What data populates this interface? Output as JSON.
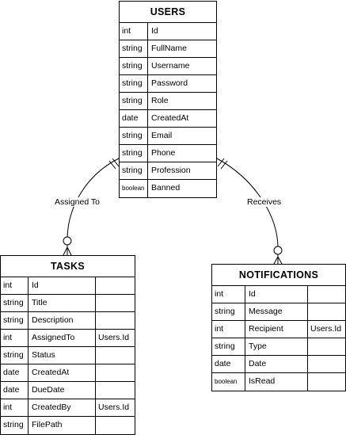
{
  "entities": [
    {
      "id": "users",
      "title": "USERS",
      "rows": [
        {
          "type": "int",
          "name": "Id",
          "ref": ""
        },
        {
          "type": "string",
          "name": "FullName",
          "ref": ""
        },
        {
          "type": "string",
          "name": "Username",
          "ref": ""
        },
        {
          "type": "string",
          "name": "Password",
          "ref": ""
        },
        {
          "type": "string",
          "name": "Role",
          "ref": ""
        },
        {
          "type": "date",
          "name": "CreatedAt",
          "ref": ""
        },
        {
          "type": "string",
          "name": "Email",
          "ref": ""
        },
        {
          "type": "string",
          "name": "Phone",
          "ref": ""
        },
        {
          "type": "string",
          "name": "Profession",
          "ref": ""
        },
        {
          "type": "boolean",
          "name": "Banned",
          "ref": ""
        }
      ]
    },
    {
      "id": "tasks",
      "title": "TASKS",
      "rows": [
        {
          "type": "int",
          "name": "Id",
          "ref": ""
        },
        {
          "type": "string",
          "name": "Title",
          "ref": ""
        },
        {
          "type": "string",
          "name": "Description",
          "ref": ""
        },
        {
          "type": "int",
          "name": "AssignedTo",
          "ref": "Users.Id"
        },
        {
          "type": "string",
          "name": "Status",
          "ref": ""
        },
        {
          "type": "date",
          "name": "CreatedAt",
          "ref": ""
        },
        {
          "type": "date",
          "name": "DueDate",
          "ref": ""
        },
        {
          "type": "int",
          "name": "CreatedBy",
          "ref": "Users.Id"
        },
        {
          "type": "string",
          "name": "FilePath",
          "ref": ""
        }
      ]
    },
    {
      "id": "notifications",
      "title": "NOTIFICATIONS",
      "rows": [
        {
          "type": "int",
          "name": "Id",
          "ref": ""
        },
        {
          "type": "string",
          "name": "Message",
          "ref": ""
        },
        {
          "type": "int",
          "name": "Recipient",
          "ref": "Users.Id"
        },
        {
          "type": "string",
          "name": "Type",
          "ref": ""
        },
        {
          "type": "date",
          "name": "Date",
          "ref": ""
        },
        {
          "type": "boolean",
          "name": "IsRead",
          "ref": ""
        }
      ]
    }
  ],
  "relationships": [
    {
      "label": "Assigned To",
      "from": "USERS",
      "to": "TASKS",
      "from_cardinality": "one-and-only-one",
      "to_cardinality": "zero-or-many"
    },
    {
      "label": "Receives",
      "from": "USERS",
      "to": "NOTIFICATIONS",
      "from_cardinality": "one-and-only-one",
      "to_cardinality": "zero-or-many"
    }
  ]
}
